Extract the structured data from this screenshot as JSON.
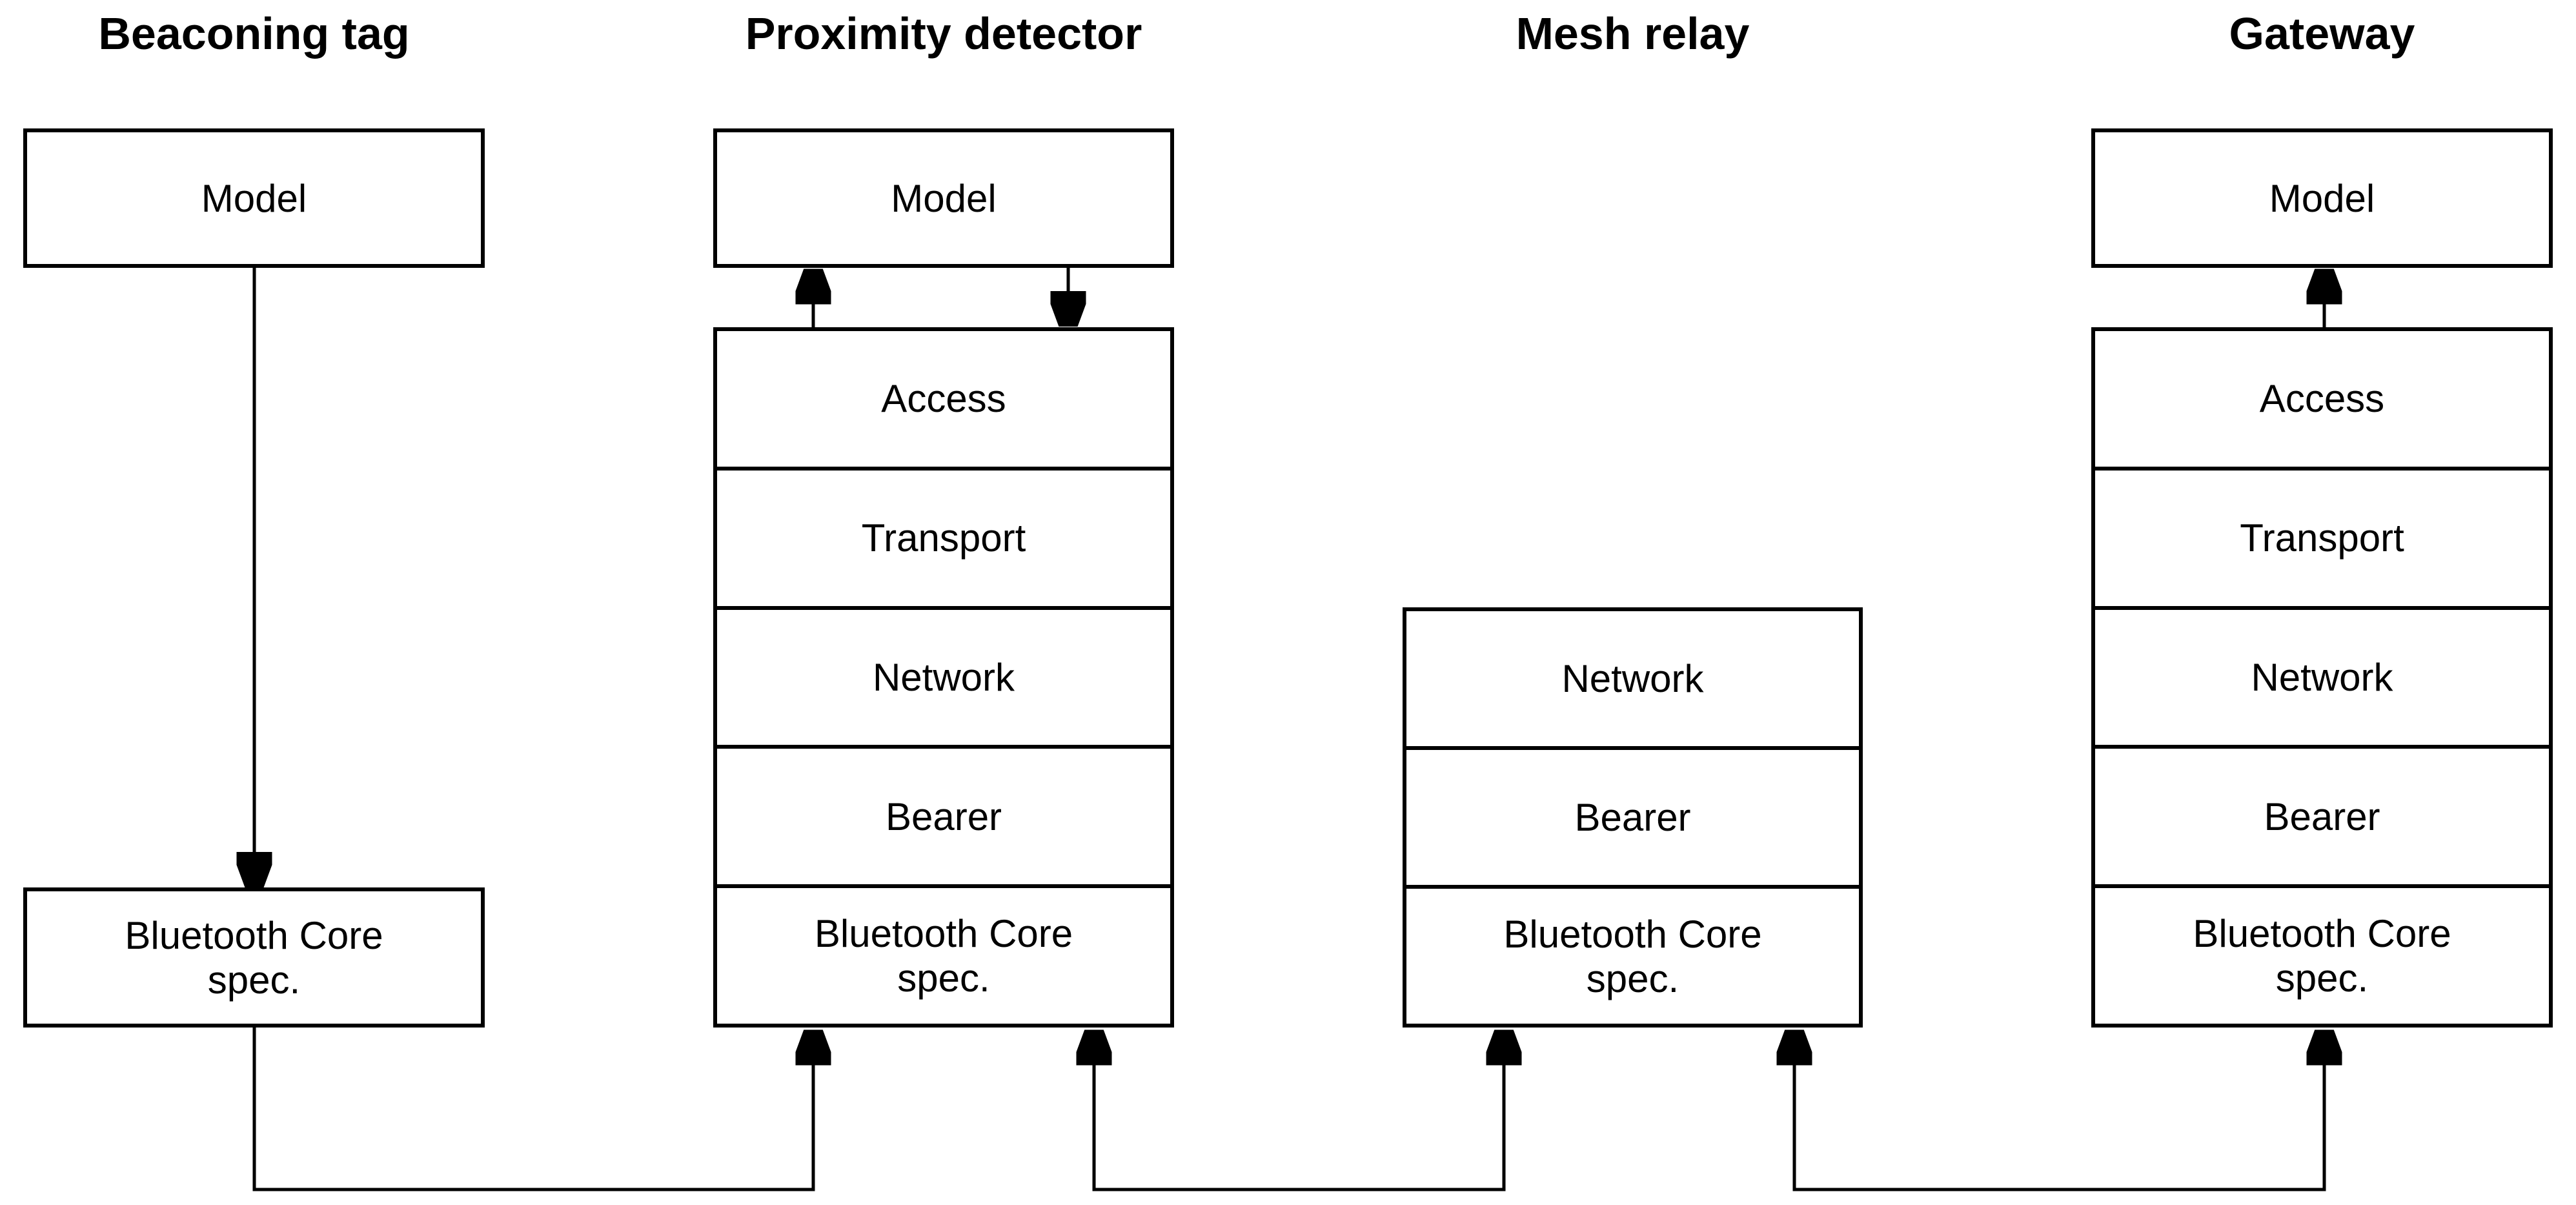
{
  "colors": {
    "line": "#000000",
    "text": "#000000",
    "border": "#000000",
    "fill": "#ffffff"
  },
  "columns": [
    {
      "title": "Beaconing tag",
      "model_label": "Model",
      "core_label": "Bluetooth Core\nspec."
    },
    {
      "title": "Proximity detector",
      "model_label": "Model",
      "layers": [
        "Access",
        "Transport",
        "Network",
        "Bearer",
        "Bluetooth Core\nspec."
      ]
    },
    {
      "title": "Mesh relay",
      "layers": [
        "Network",
        "Bearer",
        "Bluetooth Core\nspec."
      ]
    },
    {
      "title": "Gateway",
      "model_label": "Model",
      "layers": [
        "Access",
        "Transport",
        "Network",
        "Bearer",
        "Bluetooth Core\nspec."
      ]
    }
  ]
}
